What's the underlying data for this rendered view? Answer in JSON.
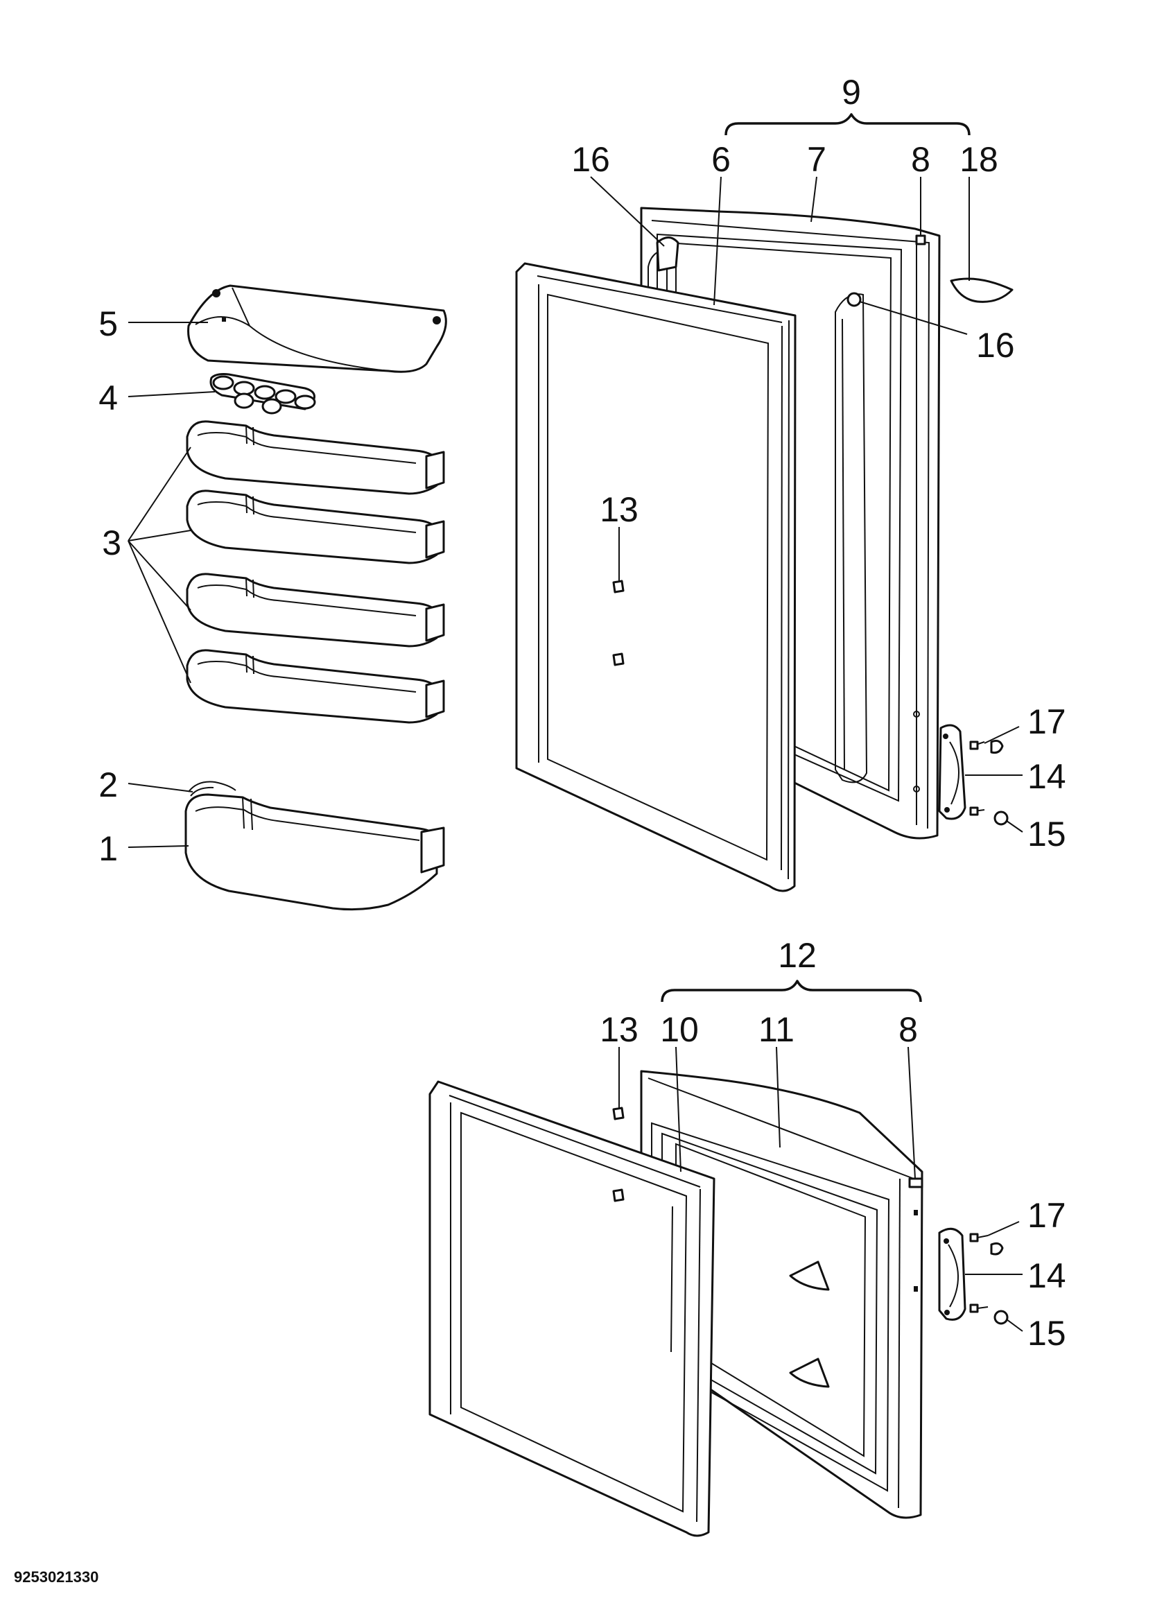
{
  "labels": {
    "p1": "1",
    "p2": "2",
    "p3": "3",
    "p4": "4",
    "p5": "5",
    "p6": "6",
    "p7": "7",
    "p8_top": "8",
    "p8_bottom": "8",
    "p9": "9",
    "p10": "10",
    "p11": "11",
    "p12": "12",
    "p13_top": "13",
    "p13_bottom": "13",
    "p14_top": "14",
    "p14_bottom": "14",
    "p15_top": "15",
    "p15_bottom": "15",
    "p16_top": "16",
    "p16_right": "16",
    "p17_top": "17",
    "p17_bottom": "17",
    "p18": "18"
  },
  "document_code": "9253021330",
  "colors": {
    "line": "#111111",
    "background": "#ffffff"
  }
}
